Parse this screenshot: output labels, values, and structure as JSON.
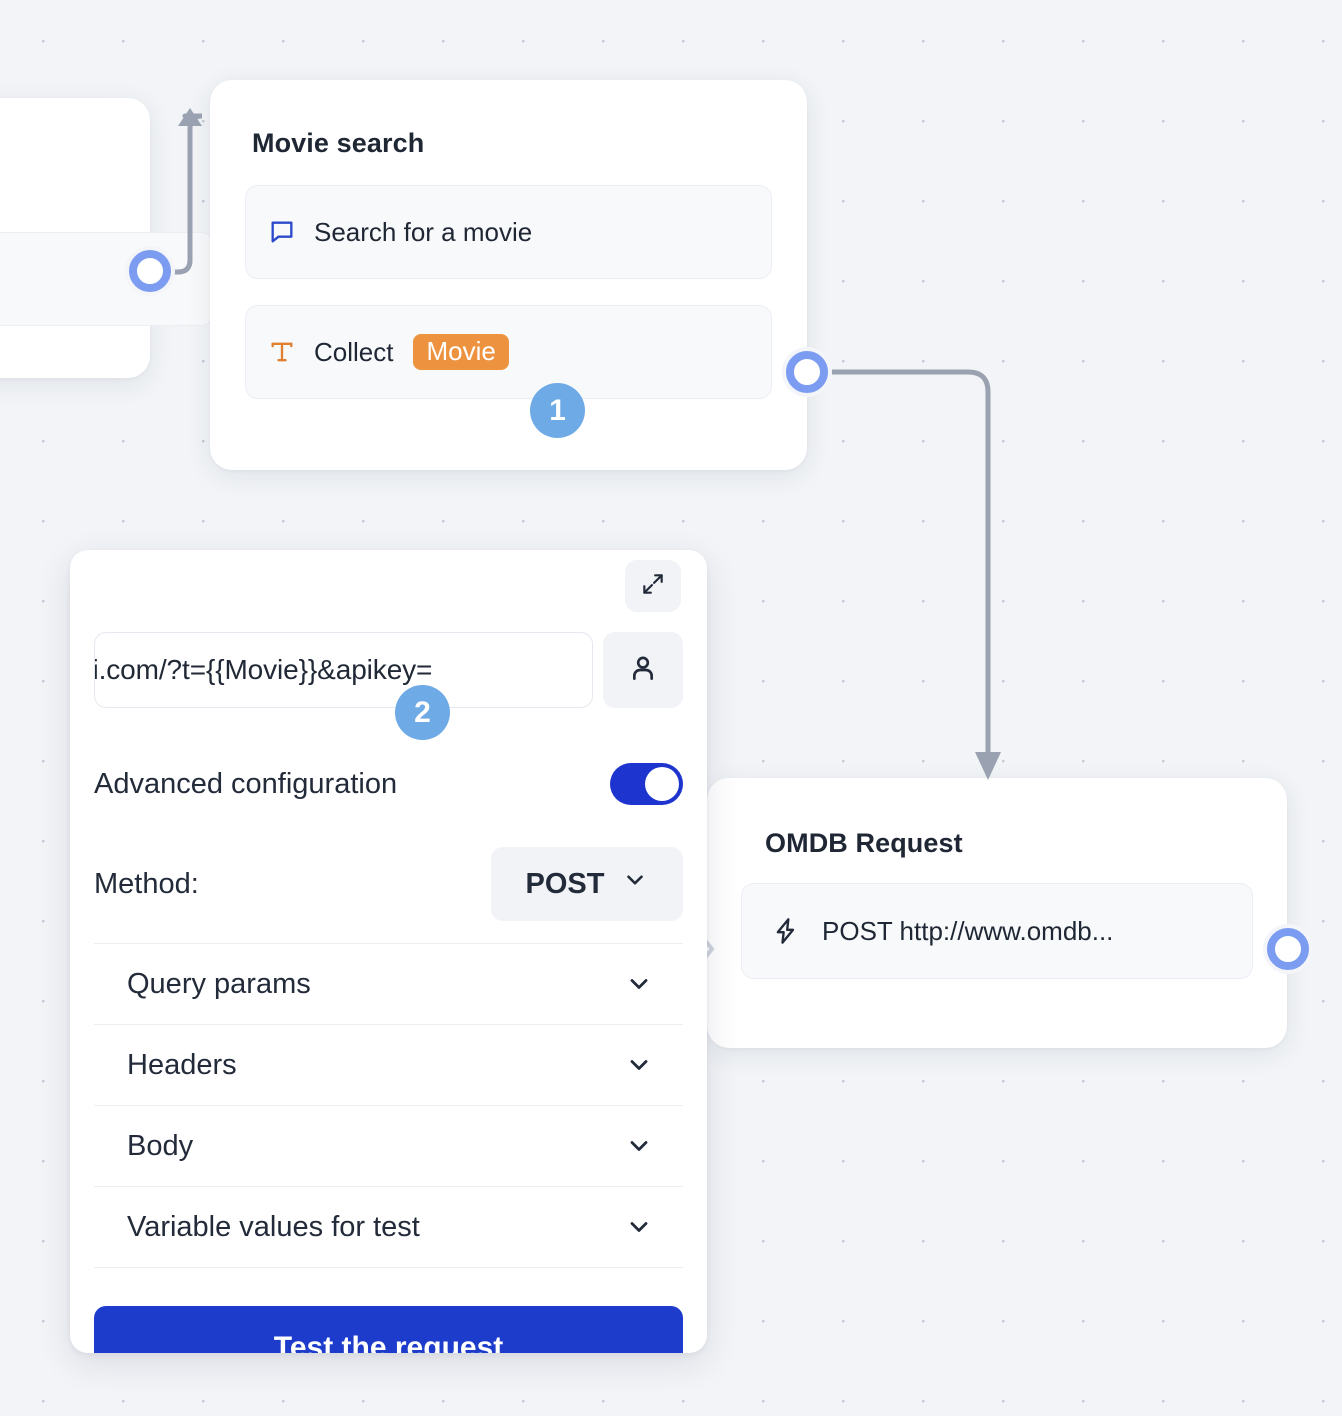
{
  "canvas": {
    "background_color": "#f2f4f7",
    "dot_color": "#c6ccd8",
    "accent_blue": "#1d3ccc",
    "handle_blue": "#7b9cf0",
    "badge_blue": "#6eaae6",
    "chip_orange": "#ed9340"
  },
  "nodes": {
    "movie_search": {
      "title": "Movie search",
      "rows": [
        {
          "icon": "chat-bubble-icon",
          "label": "Search for a movie"
        },
        {
          "icon": "text-format-icon",
          "label": "Collect",
          "chip": "Movie"
        }
      ]
    },
    "omdb_request": {
      "title": "OMDB Request",
      "rows": [
        {
          "icon": "lightning-bolt-icon",
          "label": "POST http://www.omdb..."
        }
      ]
    }
  },
  "badges": [
    {
      "label": "1"
    },
    {
      "label": "2"
    }
  ],
  "config_panel": {
    "expand_icon": "expand-diagonal-icon",
    "url_value": "pi.com/?t={{Movie}}&apikey=",
    "avatar_icon": "person-icon",
    "advanced_configuration_label": "Advanced configuration",
    "advanced_configuration_on": true,
    "method_label": "Method:",
    "method_value": "POST",
    "method_caret_icon": "chevron-down-icon",
    "accordions": [
      {
        "label": "Query params",
        "icon": "chevron-down-icon"
      },
      {
        "label": "Headers",
        "icon": "chevron-down-icon"
      },
      {
        "label": "Body",
        "icon": "chevron-down-icon"
      },
      {
        "label": "Variable values for test",
        "icon": "chevron-down-icon"
      }
    ],
    "test_button_label": "Test the request"
  }
}
